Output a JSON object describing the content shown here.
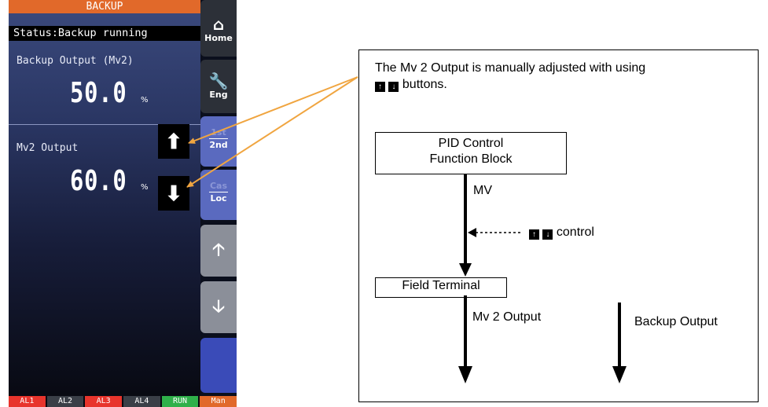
{
  "device": {
    "title": "BACKUP",
    "status": "Status:Backup running",
    "backup_output": {
      "label": "Backup Output (Mv2)",
      "value": "50.0",
      "unit": "%"
    },
    "mv2_output": {
      "label": "Mv2 Output",
      "value": "60.0",
      "unit": "%"
    },
    "side_buttons": {
      "home": {
        "label": "Home",
        "icon": "home-icon"
      },
      "eng": {
        "label": "Eng",
        "icon": "wrench-icon"
      },
      "first_second": {
        "top": "1st",
        "bottom": "2nd"
      },
      "cas_loc": {
        "top": "Cas",
        "bottom": "Loc"
      }
    },
    "alarms": [
      {
        "label": "AL1",
        "color": "#e8342c"
      },
      {
        "label": "AL2",
        "color": "#3a3f47"
      },
      {
        "label": "AL3",
        "color": "#e8342c"
      },
      {
        "label": "AL4",
        "color": "#3a3f47"
      },
      {
        "label": "RUN",
        "color": "#2fb04a"
      },
      {
        "label": "Man",
        "color": "#e1692a"
      }
    ]
  },
  "diagram": {
    "caption_line1": "The Mv 2 Output is manually adjusted with using",
    "caption_line2": "buttons.",
    "pid_block": {
      "line1": "PID Control",
      "line2": "Function Block"
    },
    "mv_label": "MV",
    "control_label": "control",
    "field_terminal": "Field Terminal",
    "mv2_output_label": "Mv 2 Output",
    "backup_output_label": "Backup Output"
  },
  "colors": {
    "accent_orange": "#e1692a",
    "callout_line": "#f0a540"
  }
}
